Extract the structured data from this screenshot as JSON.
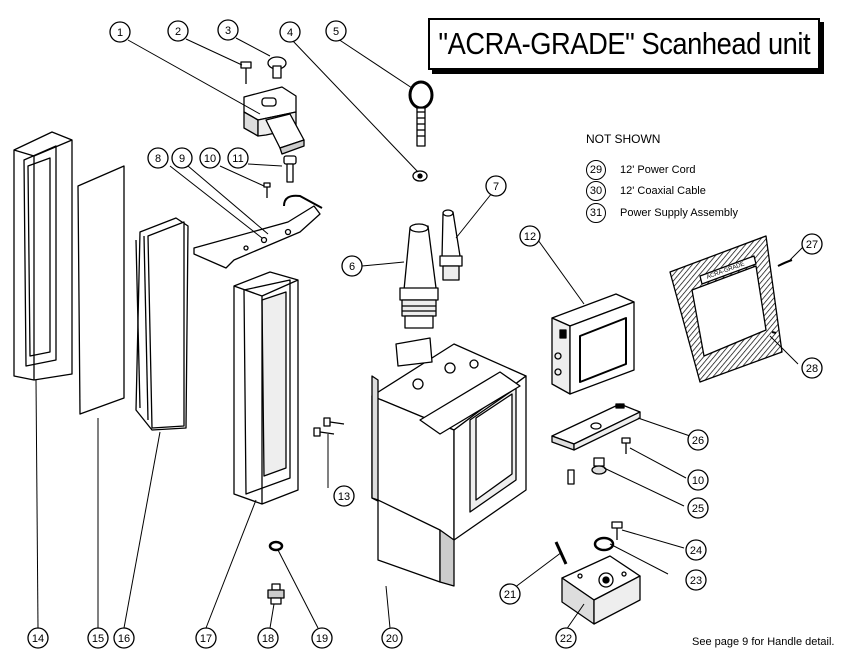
{
  "title": "\"ACRA-GRADE\" Scanhead unit",
  "not_shown": {
    "heading": "NOT SHOWN",
    "items": [
      {
        "num": "29",
        "label": "12' Power Cord"
      },
      {
        "num": "30",
        "label": "12' Coaxial Cable"
      },
      {
        "num": "31",
        "label": "Power Supply Assembly"
      }
    ]
  },
  "callouts": [
    "1",
    "2",
    "3",
    "4",
    "5",
    "6",
    "7",
    "8",
    "9",
    "10",
    "11",
    "12",
    "13",
    "14",
    "15",
    "16",
    "17",
    "18",
    "19",
    "20",
    "21",
    "22",
    "23",
    "24",
    "25",
    "26",
    "10",
    "27",
    "28"
  ],
  "handle_note": "See page 9 for Handle detail.",
  "device_label": "ACRA-GRADE"
}
